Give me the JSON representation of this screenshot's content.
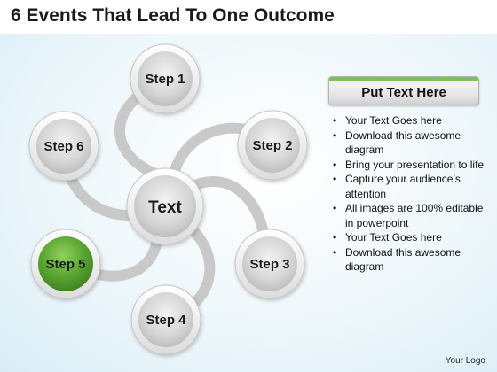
{
  "title": "6 Events That Lead To One Outcome",
  "diagram": {
    "center_label": "Text",
    "steps": [
      {
        "label": "Step 1",
        "highlighted": false
      },
      {
        "label": "Step 2",
        "highlighted": false
      },
      {
        "label": "Step 3",
        "highlighted": false
      },
      {
        "label": "Step 4",
        "highlighted": false
      },
      {
        "label": "Step 5",
        "highlighted": true
      },
      {
        "label": "Step 6",
        "highlighted": false
      }
    ],
    "colors": {
      "node_fill": "#d8d8d8",
      "node_ring": "#f7f7f7",
      "highlight_fill": "#5aa532",
      "connector": "#d2d2d2"
    }
  },
  "panel": {
    "header": "Put Text Here",
    "header_accent": "#7fbe5b",
    "bullets": [
      "Your Text Goes here",
      "Download this awesome diagram",
      "Bring your presentation to life",
      "Capture your audience’s attention",
      "All images are 100% editable in powerpoint",
      "Your Text Goes here",
      "Download this awesome diagram"
    ]
  },
  "footer": {
    "logo": "Your Logo"
  }
}
